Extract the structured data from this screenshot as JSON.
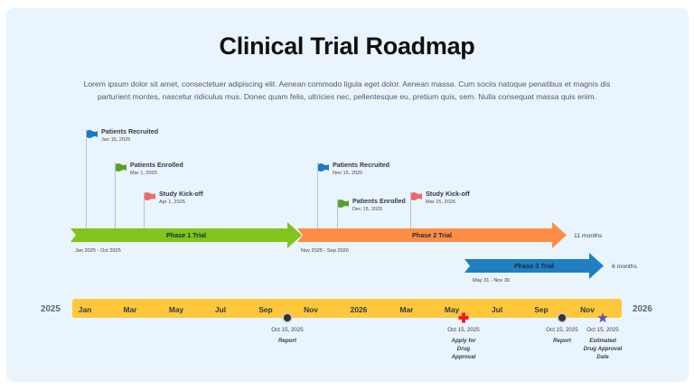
{
  "title": "Clinical Trial Roadmap",
  "description": "Lorem ipsum dolor sit amet, consectetuer adipiscing elit. Aenean commodo ligula eget dolor. Aenean massa. Cum sociis natoque penatibus et magnis dis parturient montes, nascetur ridiculus mus. Donec quam felis, ultricies nec, pellentesque eu, pretium quis, sem. Nulla consequat massa quis enim.",
  "colors": {
    "flag_blue": "#1a7bc4",
    "flag_green": "#5aa02c",
    "flag_red": "#f2676a",
    "phase1": "#80c41c",
    "phase2": "#fe8d45",
    "phase3": "#1f7fc1",
    "timeline_bar": "#fec73c",
    "report_marker": "#333333",
    "approval_marker": "#ec1e24",
    "star_marker": "#6b4fa8"
  },
  "milestones": [
    {
      "title": "Patients Recruited",
      "date": "Jan 15, 2025",
      "color": "blue"
    },
    {
      "title": "Patients Enrolled",
      "date": "Mar 1, 2025",
      "color": "green"
    },
    {
      "title": "Study Kick-off",
      "date": "Apr 1, 2025",
      "color": "red"
    },
    {
      "title": "Patients Recruited",
      "date": "Nov 15, 2025",
      "color": "blue"
    },
    {
      "title": "Patients Enrolled",
      "date": "Dec 15, 2025",
      "color": "green"
    },
    {
      "title": "Study Kick-off",
      "date": "Mar 15, 2026",
      "color": "red"
    }
  ],
  "phases": [
    {
      "label": "Phase 1 Trial",
      "range": "Jan 2025 - Oct 2025",
      "duration": ""
    },
    {
      "label": "Phase 2 Trial",
      "range": "Nov 2025 - Sep 2026",
      "duration": "11 months"
    },
    {
      "label": "Phase 3 Trial",
      "range": "May 31 - Nov 30",
      "duration": "6 months"
    }
  ],
  "timeline": {
    "start_year": "2025",
    "end_year": "2026",
    "months": [
      "Jan",
      "Mar",
      "May",
      "Jul",
      "Sep",
      "Nov",
      "2026",
      "Mar",
      "May",
      "Jul",
      "Sep",
      "Nov"
    ]
  },
  "events": [
    {
      "date": "Oct 15, 2025",
      "label": "Report",
      "icon": "report-dot-icon"
    },
    {
      "date": "Oct 15, 2025",
      "label": "Apply for Drug Approval",
      "icon": "red-cross-icon"
    },
    {
      "date": "Oct 15, 2025",
      "label": "Report",
      "icon": "report-dot-icon"
    },
    {
      "date": "Oct 15, 2025",
      "label": "Estimated Drug Approval Date",
      "icon": "purple-star-icon"
    }
  ]
}
